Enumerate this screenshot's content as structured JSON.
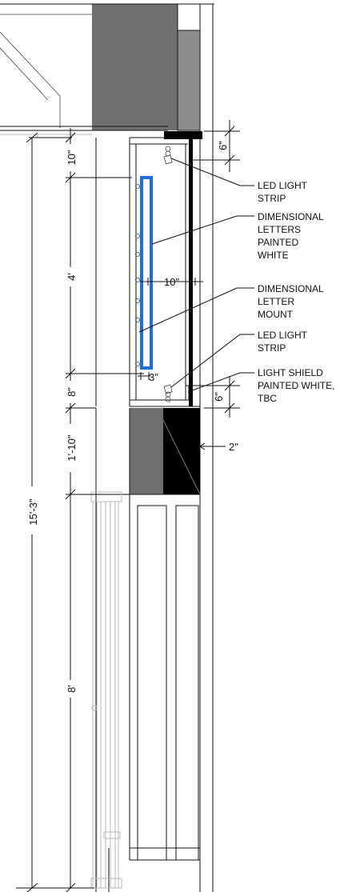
{
  "colors": {
    "background": "#ffffff",
    "line": "#111111",
    "dark_gray": "#6f6f6f",
    "mid_gray": "#8e8e8e",
    "black": "#000000",
    "letters_outline": "#1e6fd9",
    "faint_line": "#b8b8b8"
  },
  "dimensions": {
    "overall_height": "15'-3\"",
    "top_reveal": "10\"",
    "letter_height": "4'",
    "bottom_reveal": "8\"",
    "fascia_height": "1'-10\"",
    "storefront_height": "8'",
    "sign_depth": "10\"",
    "mount_offset": "3\"",
    "shield_top": "6\"",
    "shield_bottom": "6\"",
    "fascia_projection": "2\""
  },
  "callouts": {
    "led_strip_top": [
      "LED LIGHT",
      "STRIP"
    ],
    "letters": [
      "DIMENSIONAL",
      "LETTERS",
      "PAINTED",
      "WHITE"
    ],
    "mount": [
      "DIMENSIONAL",
      "LETTER",
      "MOUNT"
    ],
    "led_strip_bottom": [
      "LED LIGHT",
      "STRIP"
    ],
    "light_shield": [
      "LIGHT SHIELD",
      "PAINTED WHITE,",
      "TBC"
    ]
  }
}
